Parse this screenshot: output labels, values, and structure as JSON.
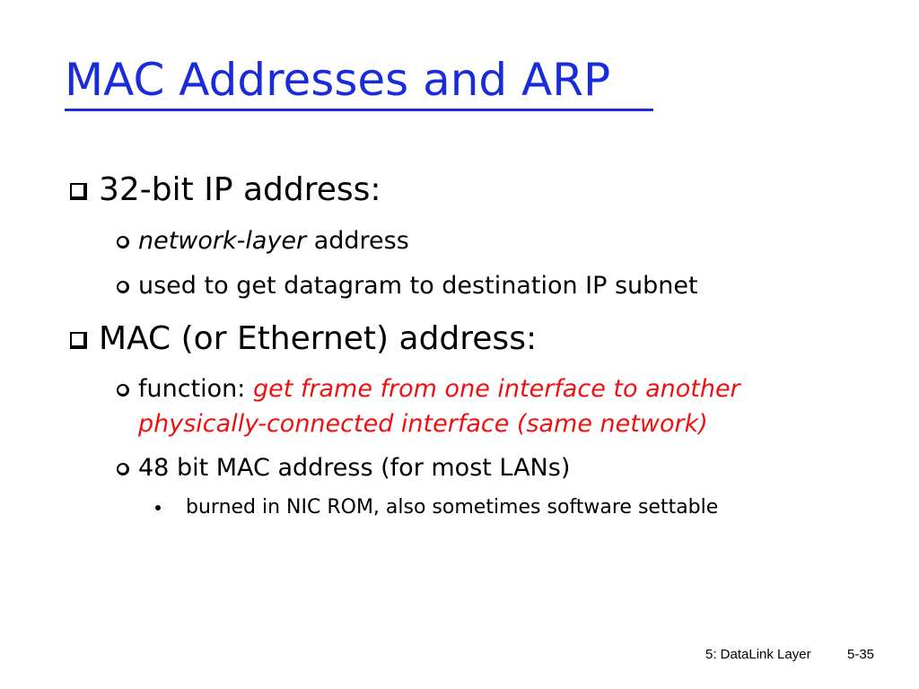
{
  "slide": {
    "title": "MAC Addresses and ARP",
    "bullets": {
      "ip": {
        "heading": "32-bit IP address:",
        "sub1_italic": "network-layer",
        "sub1_rest": " address",
        "sub2": "used to get datagram to destination IP subnet"
      },
      "mac": {
        "heading": "MAC (or Ethernet) address:",
        "func_label": "function: ",
        "func_red_line1": "get frame from one interface to another",
        "func_red_line2": "physically-connected interface (same network)",
        "bits": "48 bit MAC address (for most LANs)",
        "burned": "burned in NIC ROM, also sometimes software settable"
      }
    },
    "footer": {
      "chapter": "5: DataLink Layer",
      "page": "5-35"
    },
    "colors": {
      "title": "#1a2bd9",
      "emphasis": "#ee1111"
    }
  }
}
